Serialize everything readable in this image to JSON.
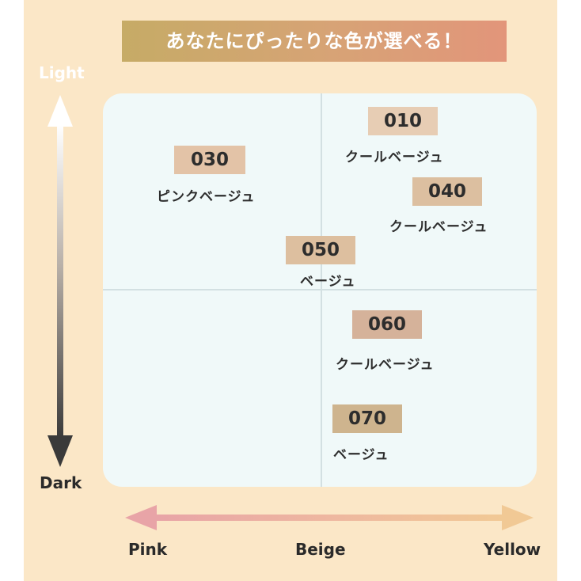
{
  "banner": {
    "title": "あなたにぴったりな色が選べる！"
  },
  "axes": {
    "vertical": {
      "top": "Light",
      "bottom": "Dark"
    },
    "horizontal": {
      "left": "Pink",
      "center": "Beige",
      "right": "Yellow"
    }
  },
  "shades": [
    {
      "code": "010",
      "name": "クールベージュ",
      "swatch_color": "#e7cdb4"
    },
    {
      "code": "030",
      "name": "ピンクベージュ",
      "swatch_color": "#e3c3a7"
    },
    {
      "code": "040",
      "name": "クールベージュ",
      "swatch_color": "#dcbfa0"
    },
    {
      "code": "050",
      "name": "ベージュ",
      "swatch_color": "#ddbf9f"
    },
    {
      "code": "060",
      "name": "クールベージュ",
      "swatch_color": "#d5b29a"
    },
    {
      "code": "070",
      "name": "ベージュ",
      "swatch_color": "#ceb48e"
    }
  ],
  "colors": {
    "background": "#fbe7c7",
    "panel": "#f0f9f9",
    "arrow_pink": "#e8a4a7",
    "arrow_yellow": "#f1c995"
  }
}
